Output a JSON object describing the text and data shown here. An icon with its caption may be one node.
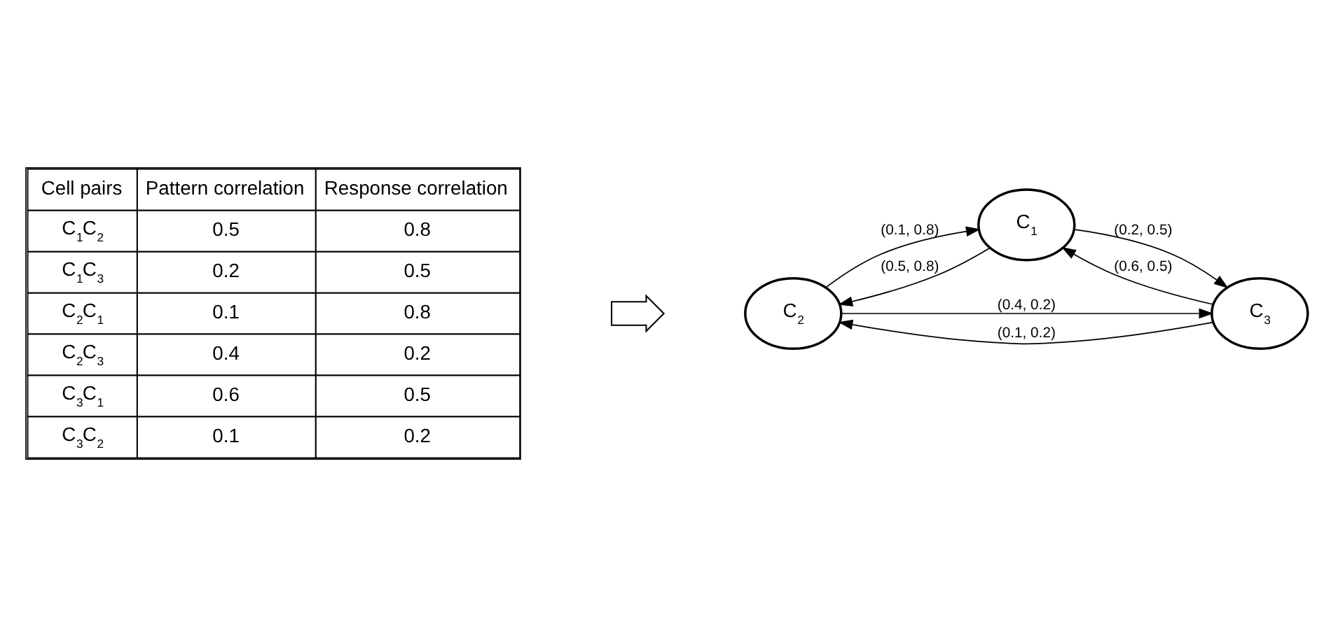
{
  "diagram": {
    "nodes": [
      {
        "text": [
          "C$_{1}$"
        ]
      },
      {
        "text": [
          "C$_{2}$"
        ]
      },
      {
        "text": [
          "C$_{3}$"
        ]
      },
      {
        "text": [],
        "shape": "arrow"
      }
    ],
    "edges": [
      {
        "from": 1,
        "to": 0,
        "arrow": "to",
        "label": "(0.1, 0.8)"
      },
      {
        "from": 0,
        "to": 1,
        "arrow": "to",
        "label": "(0.5, 0.8)"
      },
      {
        "from": 2,
        "to": 0,
        "arrow": "to",
        "label": "(0.6, 0.5)"
      },
      {
        "from": 0,
        "to": 2,
        "arrow": "to",
        "label": "(0.2, 0.5)"
      },
      {
        "from": 1,
        "to": 2,
        "arrow": "to",
        "label": "(0.4, 0.2)"
      },
      {
        "from": 2,
        "to": 1,
        "arrow": "to",
        "label": "(0.1, 0.2)"
      }
    ],
    "labels": [
      "Cell pairs",
      "Pattern correlation",
      "Response correlation",
      "C$_{1}$C$_{2}$",
      "0.5",
      "0.8",
      "C$_{1}$C$_{3}$",
      "0.2",
      "0.5",
      "C$_{2}$C$_{1}$",
      "0.1",
      "0.8",
      "C$_{2}$C$_{3}$",
      "0.4",
      "0.2",
      "C$_{3}$C$_{1}$",
      "0.6",
      "0.5",
      "C$_{3}$C$_{2}$",
      "0.1",
      "0.2"
    ]
  }
}
